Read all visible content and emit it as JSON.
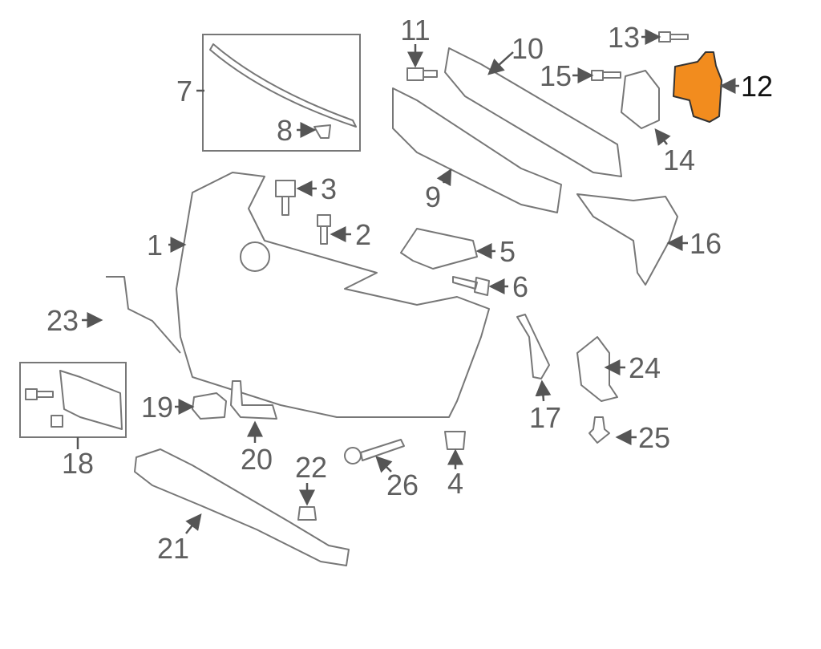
{
  "diagram": {
    "title": "Front bumper parts diagram",
    "highlight_color": "#f28c1e",
    "highlighted_part": "12",
    "labels": {
      "p1": "1",
      "p2": "2",
      "p3": "3",
      "p4": "4",
      "p5": "5",
      "p6": "6",
      "p7": "7",
      "p8": "8",
      "p9": "9",
      "p10": "10",
      "p11": "11",
      "p12": "12",
      "p13": "13",
      "p14": "14",
      "p15": "15",
      "p16": "16",
      "p17": "17",
      "p18": "18",
      "p19": "19",
      "p20": "20",
      "p21": "21",
      "p22": "22",
      "p23": "23",
      "p24": "24",
      "p25": "25",
      "p26": "26"
    }
  }
}
